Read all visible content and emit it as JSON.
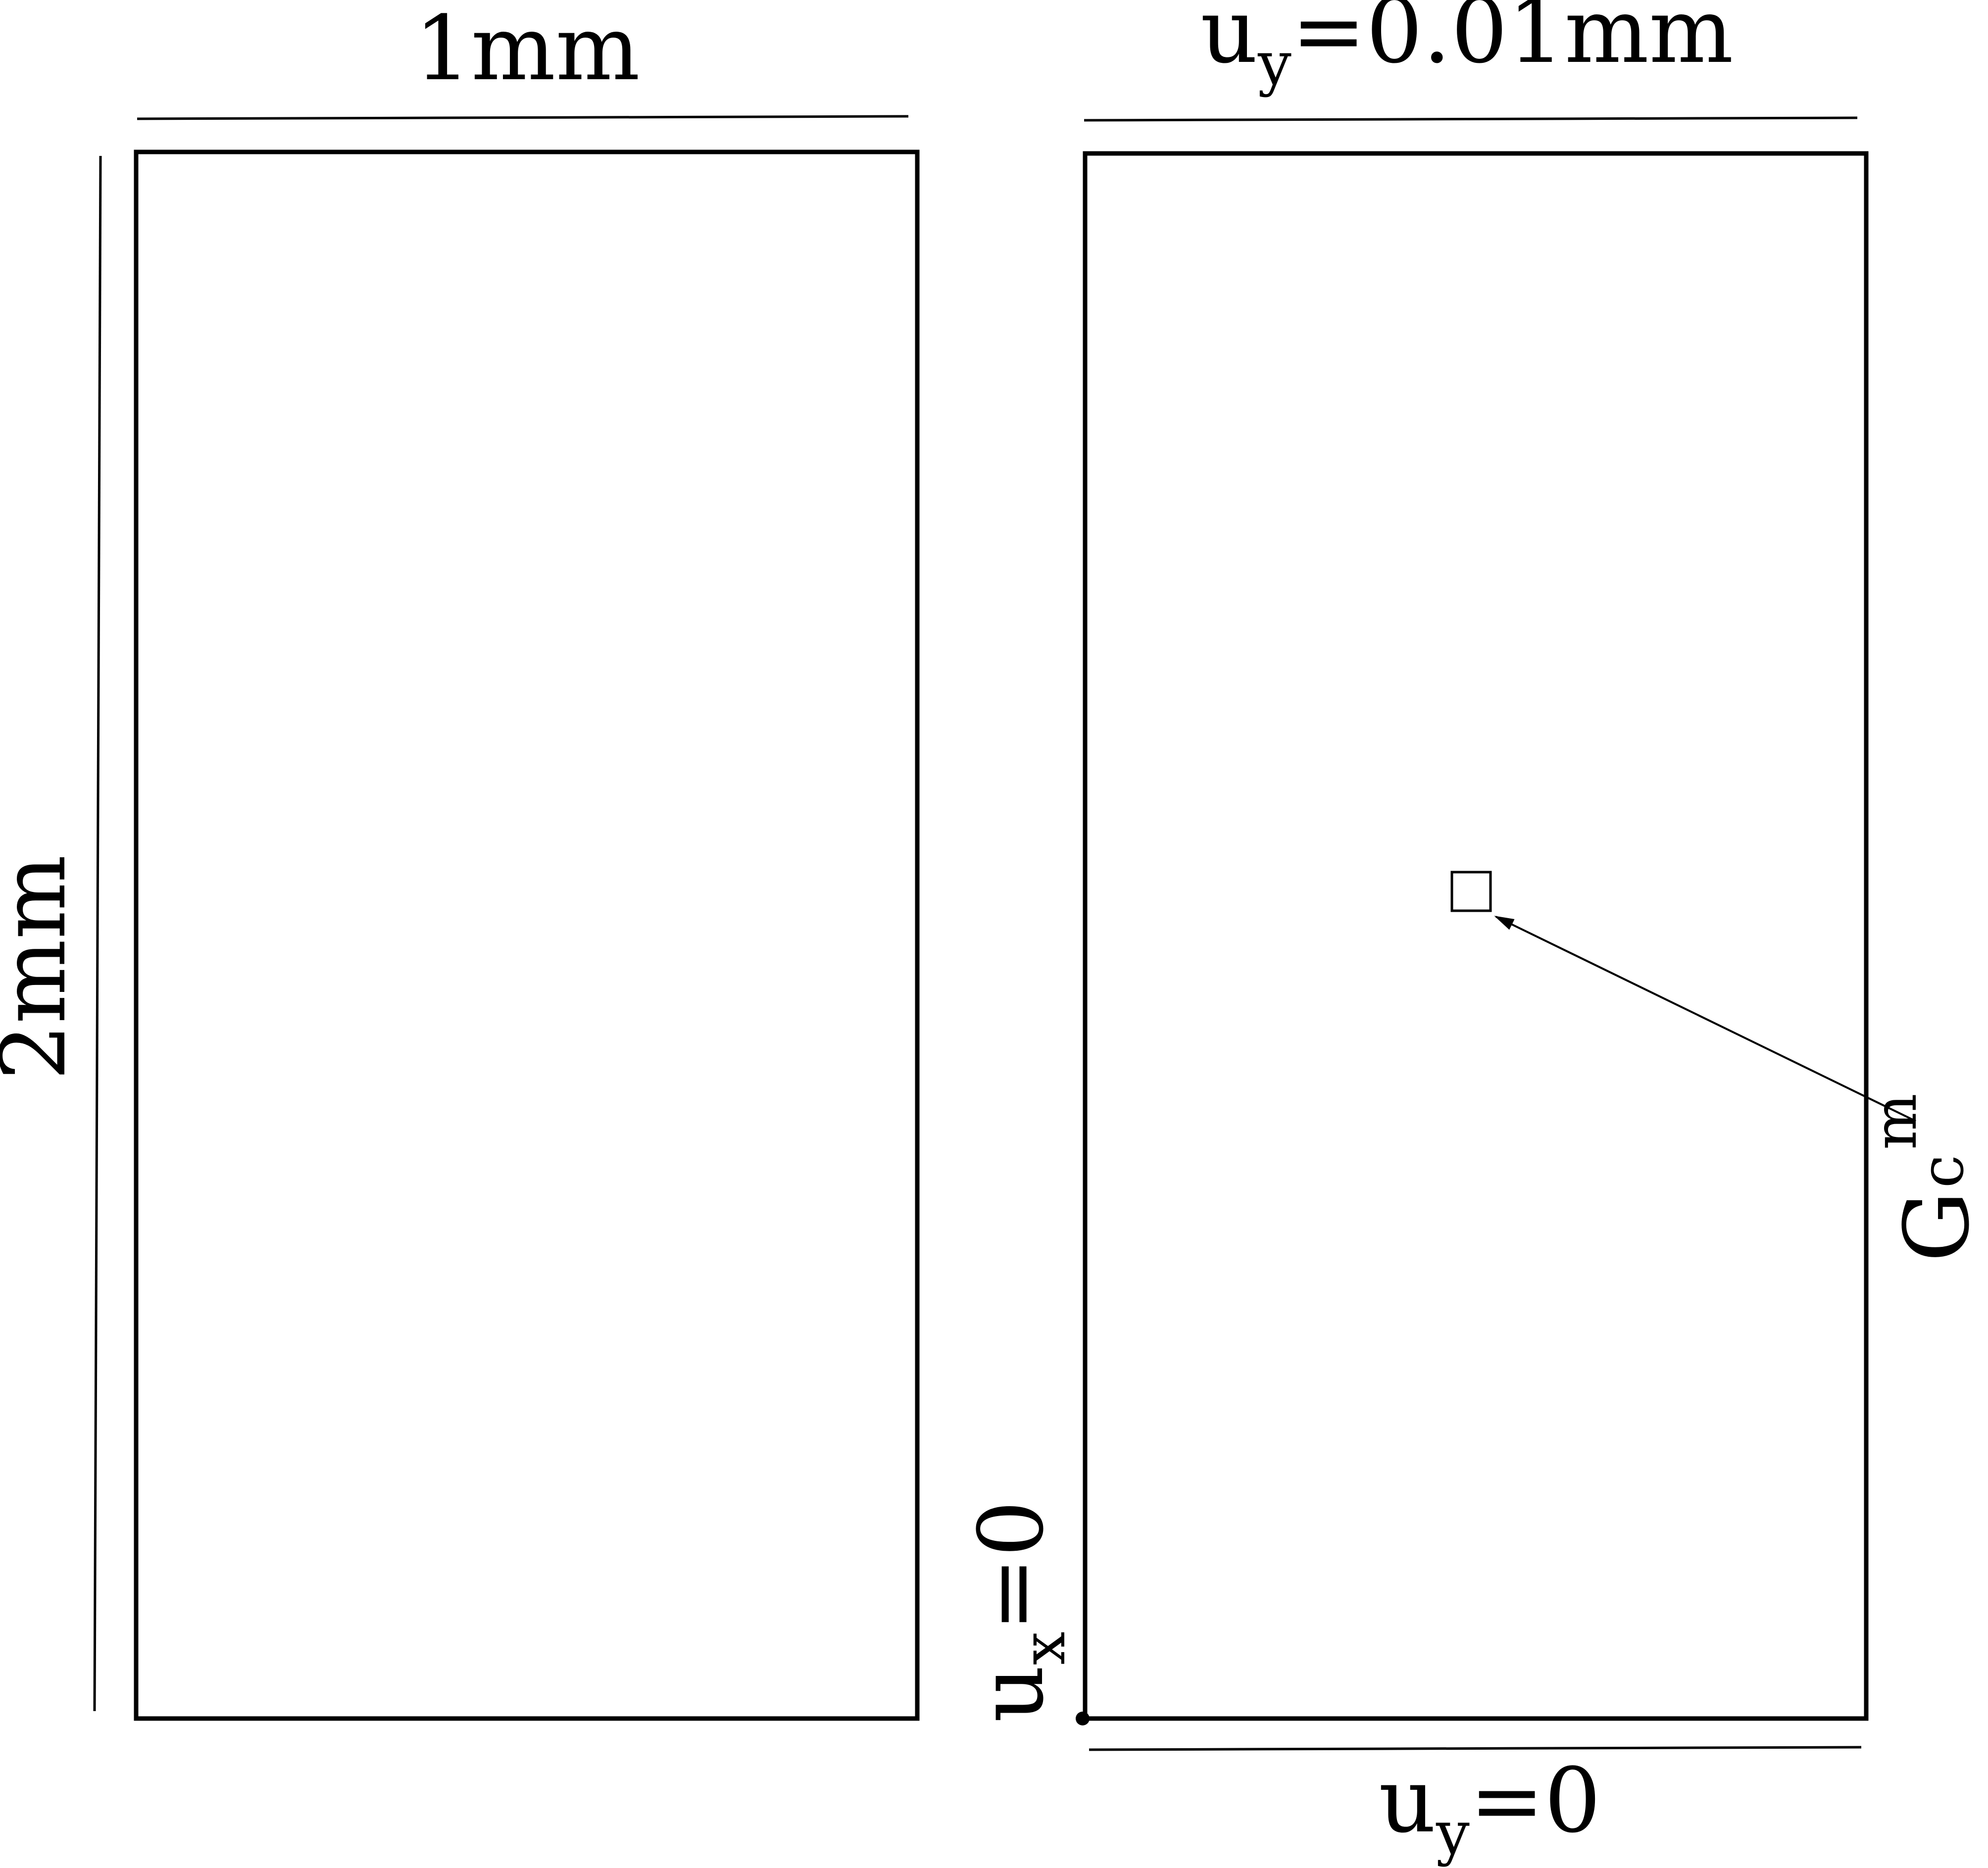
{
  "left_panel": {
    "width_label": "1mm",
    "height_label": "2mm"
  },
  "right_panel": {
    "top_bc": {
      "var": "u",
      "sub": "y",
      "rest": "=0.01mm"
    },
    "bottom_bc": {
      "var": "u",
      "sub": "y",
      "rest": "=0"
    },
    "left_bc": {
      "var": "u",
      "sub": "x",
      "rest": "=0"
    },
    "inner_label": {
      "var": "G",
      "sub": "c",
      "sup": "m"
    }
  },
  "colors": {
    "stroke": "#000000",
    "background": "#ffffff"
  }
}
